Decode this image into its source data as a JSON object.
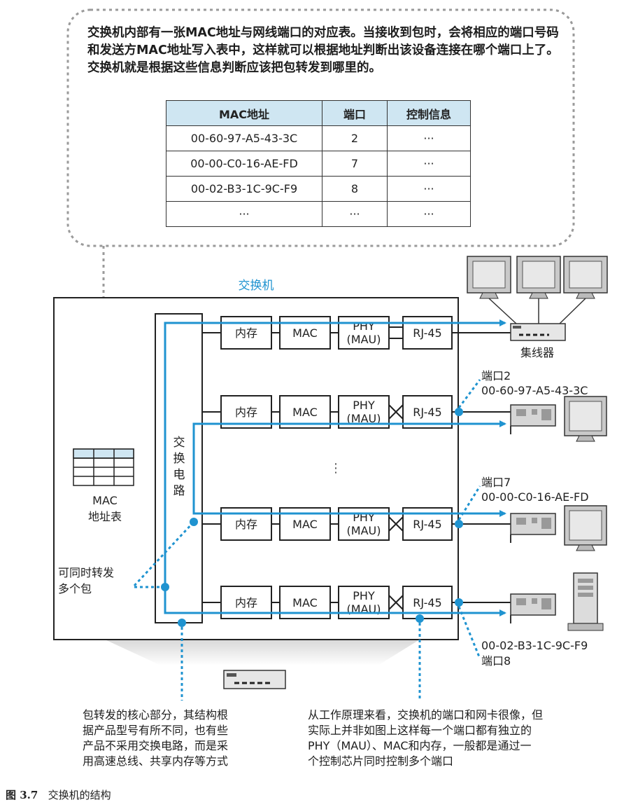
{
  "intro_text": "交换机内部有一张MAC地址与网线端口的对应表。当接收到包时，会将相应的端口号码和发送方MAC地址写入表中，这样就可以根据地址判断出该设备连接在哪个端口上了。交换机就是根据这些信息判断应该把包转发到哪里的。",
  "mac_table": {
    "headers": [
      "MAC地址",
      "端口",
      "控制信息"
    ],
    "rows": [
      [
        "00-60-97-A5-43-3C",
        "2",
        "···"
      ],
      [
        "00-00-C0-16-AE-FD",
        "7",
        "···"
      ],
      [
        "00-02-B3-1C-9C-F9",
        "8",
        "···"
      ],
      [
        "···",
        "···",
        "···"
      ]
    ]
  },
  "switch_label": "交换机",
  "switch_circuit_label": [
    "交",
    "换",
    "电",
    "路"
  ],
  "port_blocks": {
    "memory": "内存",
    "mac": "MAC",
    "phy_line1": "PHY",
    "phy_line2": "(MAU)",
    "rj45": "RJ-45"
  },
  "vertical_ellipsis": "⋮",
  "mac_table_icon_label_1": "MAC",
  "mac_table_icon_label_2": "地址表",
  "parallel_label_1": "可同时转发",
  "parallel_label_2": "多个包",
  "hub_label": "集线器",
  "ports": [
    {
      "port": "端口2",
      "mac": "00-60-97-A5-43-3C"
    },
    {
      "port": "端口7",
      "mac": "00-00-C0-16-AE-FD"
    },
    {
      "port": "端口8",
      "mac": "00-02-B3-1C-9C-F9"
    }
  ],
  "bottom_left_caption": [
    "包转发的核心部分，其结构根",
    "据产品型号有所不同，也有些",
    "产品不采用交换电路，而是采",
    "用高速总线、共享内存等方式"
  ],
  "bottom_right_caption": [
    "从工作原理来看，交换机的端口和网卡很像，但",
    "实际上并非如图上这样每一个端口都有独立的",
    "PHY（MAU）、MAC和内存，一般都是通过一",
    "个控制芯片同时控制多个端口"
  ],
  "figure_caption_number": "图 3.7",
  "figure_caption_text": "交换机的结构",
  "colors": {
    "arrow_blue": "#1f93d0",
    "dashed_gray": "#9a9a9a",
    "table_header": "#cfe6f2",
    "outline": "#222222"
  }
}
